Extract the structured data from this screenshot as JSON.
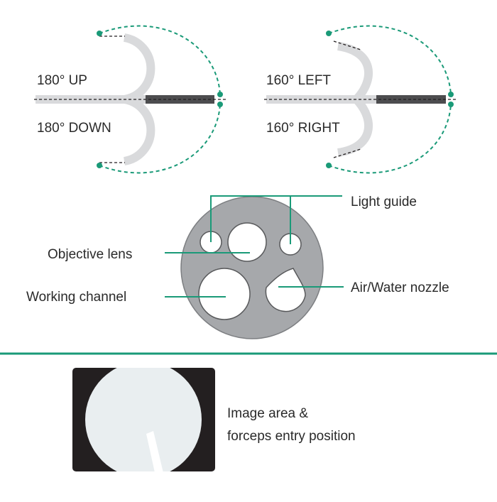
{
  "colors": {
    "accent_green": "#1a9a78",
    "scope_light": "#d9dadc",
    "scope_dark": "#4d4d4f",
    "tip_face": "#a6a8ab",
    "image_frame": "#231f20",
    "image_area": "#e9eef0"
  },
  "angulation": {
    "up_label": "180° UP",
    "down_label": "180° DOWN",
    "left_label": "160° LEFT",
    "right_label": "160° RIGHT"
  },
  "tip_face": {
    "light_guide": "Light guide",
    "objective_lens": "Objective lens",
    "working_channel": "Working channel",
    "air_water_nozzle": "Air/Water nozzle"
  },
  "image_area": {
    "caption_line1": "Image area &",
    "caption_line2": "forceps entry position"
  }
}
